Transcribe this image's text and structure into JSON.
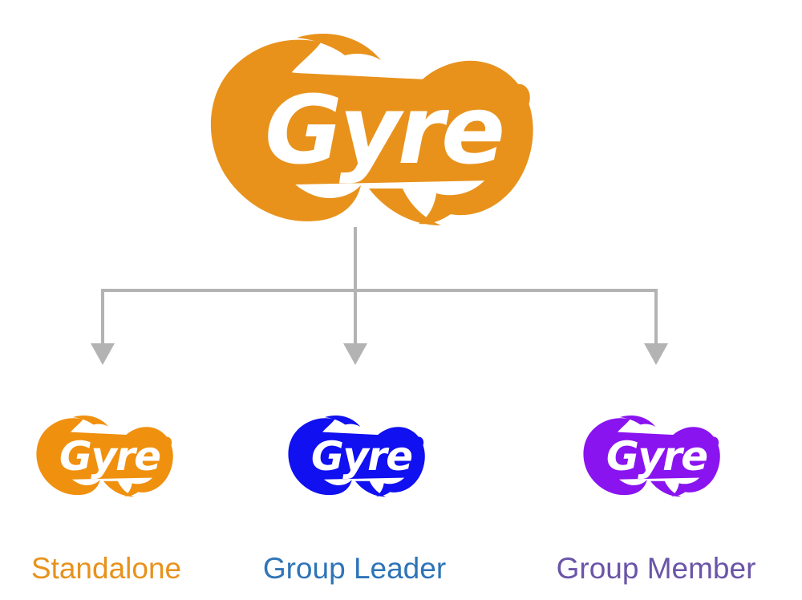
{
  "logo": {
    "wordmark": "Gyre",
    "main_color": "#E8921C"
  },
  "nodes": [
    {
      "id": "standalone",
      "label": "Standalone",
      "label_color": "#E8921C",
      "logo_color": "#F0900F",
      "logo_icon": "gyre-logo-icon"
    },
    {
      "id": "leader",
      "label": "Group Leader",
      "label_color": "#2E74B8",
      "logo_color": "#1010F0",
      "logo_icon": "gyre-logo-icon"
    },
    {
      "id": "member",
      "label": "Group Member",
      "label_color": "#6A55A8",
      "logo_color": "#8A14F0",
      "logo_icon": "gyre-logo-icon"
    }
  ],
  "connector_color": "#B3B3B3"
}
